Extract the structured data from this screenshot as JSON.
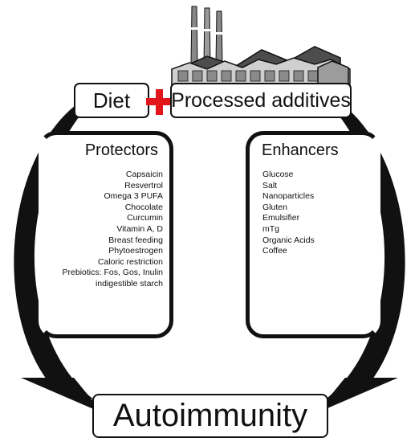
{
  "diet_label": "Diet",
  "processed_label": "Processed additives",
  "autoimmunity_label": "Autoimmunity",
  "protectors": {
    "title": "Protectors",
    "items": [
      "Capsaicin",
      "Resvertrol",
      "Omega 3 PUFA",
      "Chocolate",
      "Curcumin",
      "Vitamin A, D",
      "Breast feeding",
      "Phytoestrogen",
      "Caloric restriction",
      "Prebiotics: Fos, Gos, Inulin",
      "indigestible starch"
    ]
  },
  "enhancers": {
    "title": "Enhancers",
    "items": [
      "Glucose",
      "Salt",
      "Nanoparticles",
      "Gluten",
      "Emulsifier",
      "mTg",
      "Organic Acids",
      "Coffee"
    ]
  },
  "icons": {
    "plus": "red-plus-icon",
    "factory": "factory-icon"
  },
  "colors": {
    "plus": "#e3161c",
    "outline": "#111111"
  }
}
